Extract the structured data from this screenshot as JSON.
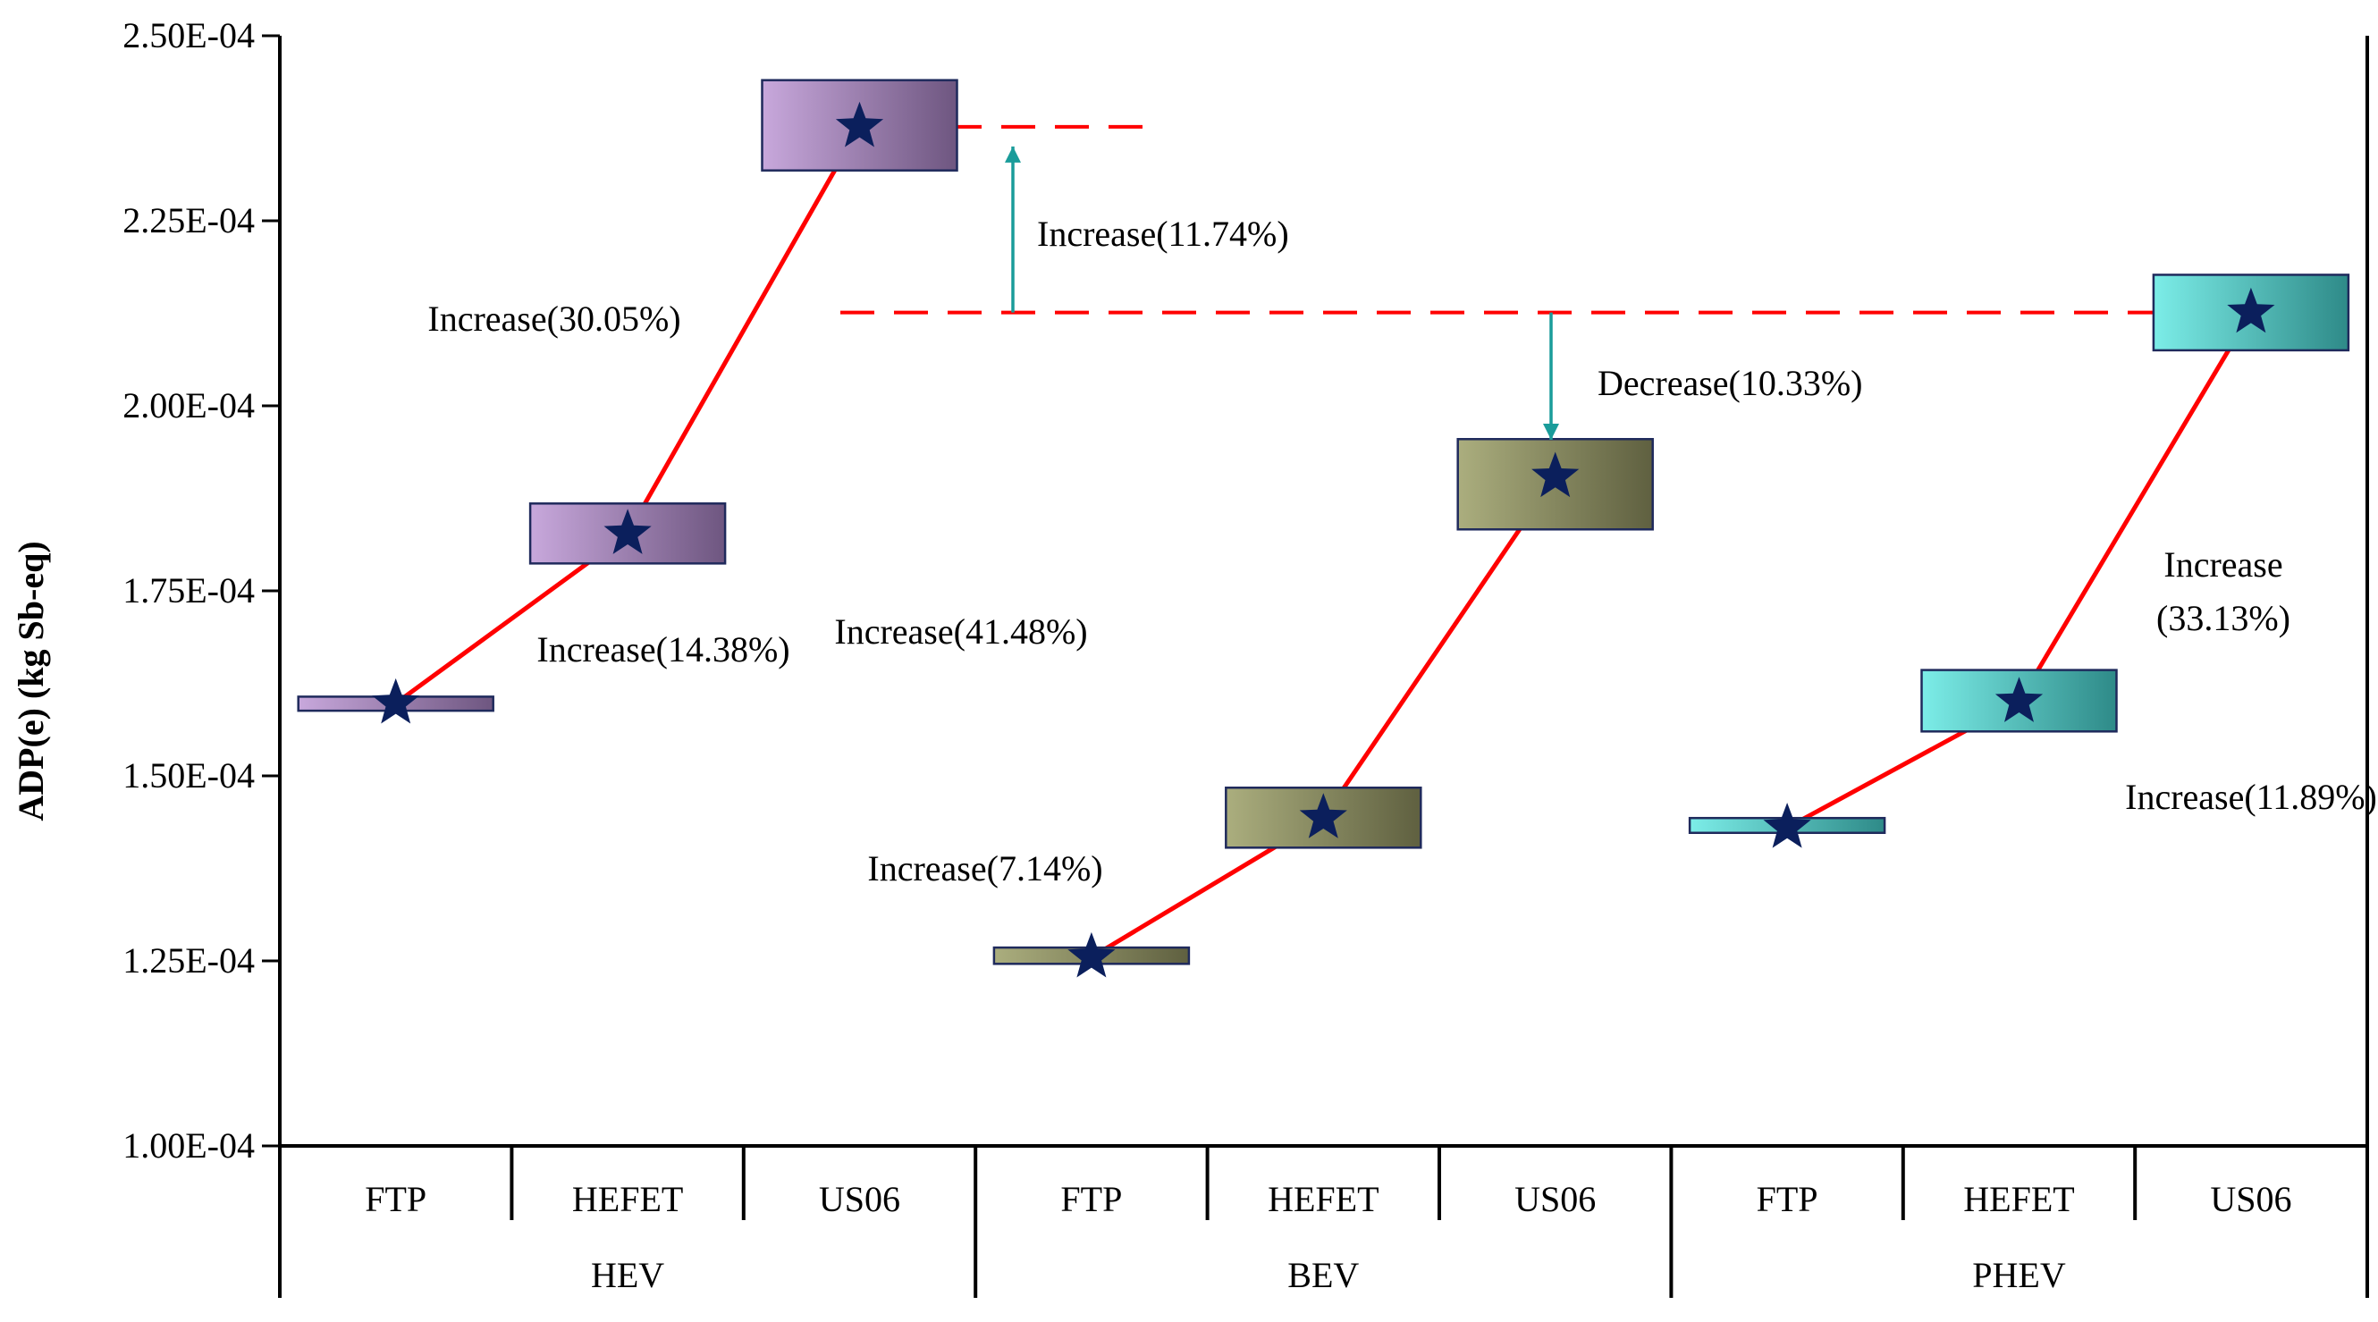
{
  "chart_data": {
    "type": "bar",
    "ylabel": "ADP(e) (kg Sb-eq)",
    "ylim": [
      0.0001,
      0.00025
    ],
    "y_ticks": [
      {
        "value": 0.0001,
        "label": "1.00E-04"
      },
      {
        "value": 0.000125,
        "label": "1.25E-04"
      },
      {
        "value": 0.00015,
        "label": "1.50E-04"
      },
      {
        "value": 0.000175,
        "label": "1.75E-04"
      },
      {
        "value": 0.0002,
        "label": "2.00E-04"
      },
      {
        "value": 0.000225,
        "label": "2.25E-04"
      },
      {
        "value": 0.00025,
        "label": "2.50E-04"
      }
    ],
    "groups": [
      {
        "label": "HEV",
        "color_start": "#C8A8DC",
        "color_end": "#6E5680",
        "categories": [
          "FTP",
          "HEFET",
          "US06"
        ]
      },
      {
        "label": "BEV",
        "color_start": "#ABAE7E",
        "color_end": "#5F6040",
        "categories": [
          "FTP",
          "HEFET",
          "US06"
        ]
      },
      {
        "label": "PHEV",
        "color_start": "#7CEDE8",
        "color_end": "#2E8A88",
        "categories": [
          "FTP",
          "HEFET",
          "US06"
        ]
      }
    ],
    "series": [
      {
        "group": "HEV",
        "category": "FTP",
        "low": 0.0001588,
        "high": 0.0001607,
        "value": 0.0001598
      },
      {
        "group": "HEV",
        "category": "HEFET",
        "low": 0.0001787,
        "high": 0.0001868,
        "value": 0.0001827
      },
      {
        "group": "HEV",
        "category": "US06",
        "low": 0.0002318,
        "high": 0.000244,
        "value": 0.0002377
      },
      {
        "group": "BEV",
        "category": "FTP",
        "low": 0.0001246,
        "high": 0.0001268,
        "value": 0.0001255
      },
      {
        "group": "BEV",
        "category": "HEFET",
        "low": 0.0001403,
        "high": 0.0001484,
        "value": 0.0001443
      },
      {
        "group": "BEV",
        "category": "US06",
        "low": 0.0001833,
        "high": 0.0001955,
        "value": 0.0001904
      },
      {
        "group": "PHEV",
        "category": "FTP",
        "low": 0.0001423,
        "high": 0.0001443,
        "value": 0.000143
      },
      {
        "group": "PHEV",
        "category": "HEFET",
        "low": 0.000156,
        "high": 0.0001643,
        "value": 0.00016
      },
      {
        "group": "PHEV",
        "category": "US06",
        "low": 0.0002075,
        "high": 0.0002177,
        "value": 0.0002126
      }
    ],
    "reference_lines": [
      {
        "value": 0.0002377,
        "color": "#FF0000",
        "from_category": 2,
        "to_category": 3
      },
      {
        "value": 0.0002126,
        "color": "#FF0000",
        "from_category": 2,
        "to_category": 8
      }
    ],
    "annotations": [
      {
        "text": "Increase(30.05%)"
      },
      {
        "text": "Increase(14.38%)"
      },
      {
        "text": "Increase(11.74%)"
      },
      {
        "text": "Decrease(10.33%)"
      },
      {
        "text": "Increase(41.48%)"
      },
      {
        "text": "Increase(7.14%)"
      },
      {
        "text": "Increase"
      },
      {
        "text": "(33.13%)"
      },
      {
        "text": "Increase(11.89%)"
      }
    ],
    "colors": {
      "line": "#FF0000",
      "star": "#0B1F5C",
      "arrow": "#1A9C9A",
      "border": "#1F2A5C"
    }
  }
}
